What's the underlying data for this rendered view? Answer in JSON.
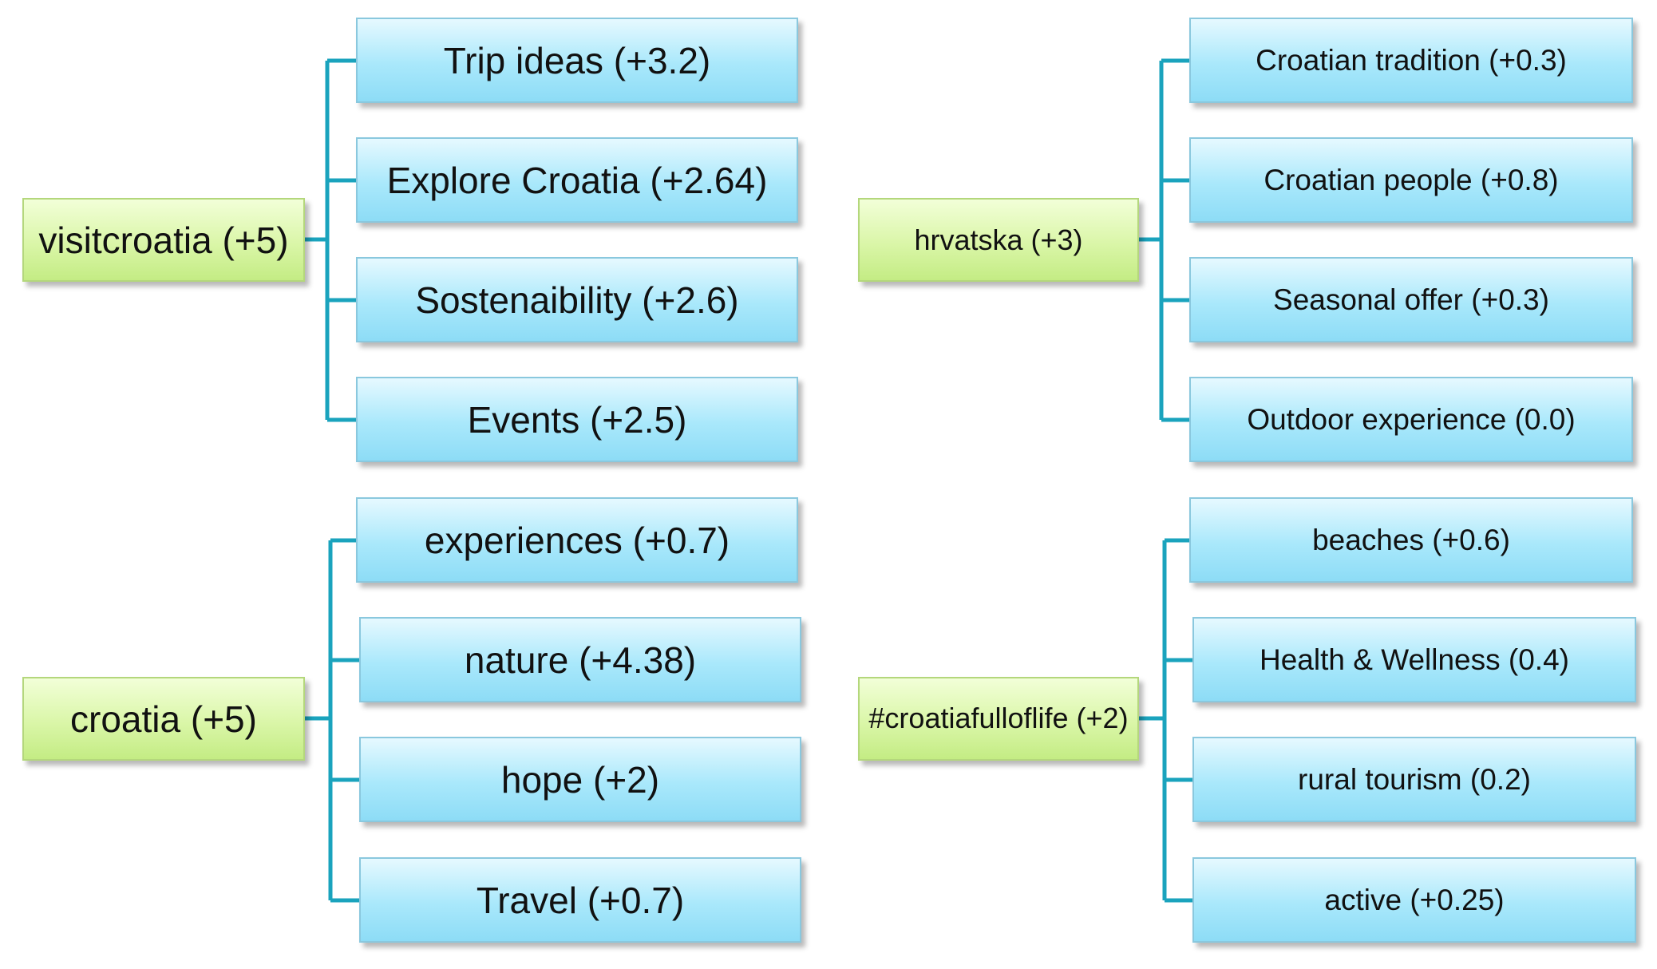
{
  "colors": {
    "root_fill": "#daf6a8",
    "child_fill": "#a9e8fb",
    "connector": "#1aa3bd"
  },
  "groups": [
    {
      "root": "visitcroatia (+5)",
      "children": [
        "Trip ideas (+3.2)",
        "Explore Croatia (+2.64)",
        "Sostenaibility (+2.6)",
        "Events (+2.5)"
      ]
    },
    {
      "root": "hrvatska (+3)",
      "children": [
        "Croatian tradition (+0.3)",
        "Croatian people (+0.8)",
        "Seasonal offer (+0.3)",
        "Outdoor experience (0.0)"
      ]
    },
    {
      "root": "croatia (+5)",
      "children": [
        "experiences (+0.7)",
        "nature (+4.38)",
        "hope (+2)",
        "Travel (+0.7)"
      ]
    },
    {
      "root": "#croatiafulloflife (+2)",
      "children": [
        "beaches (+0.6)",
        "Health & Wellness (0.4)",
        "rural tourism (0.2)",
        "active (+0.25)"
      ]
    }
  ]
}
